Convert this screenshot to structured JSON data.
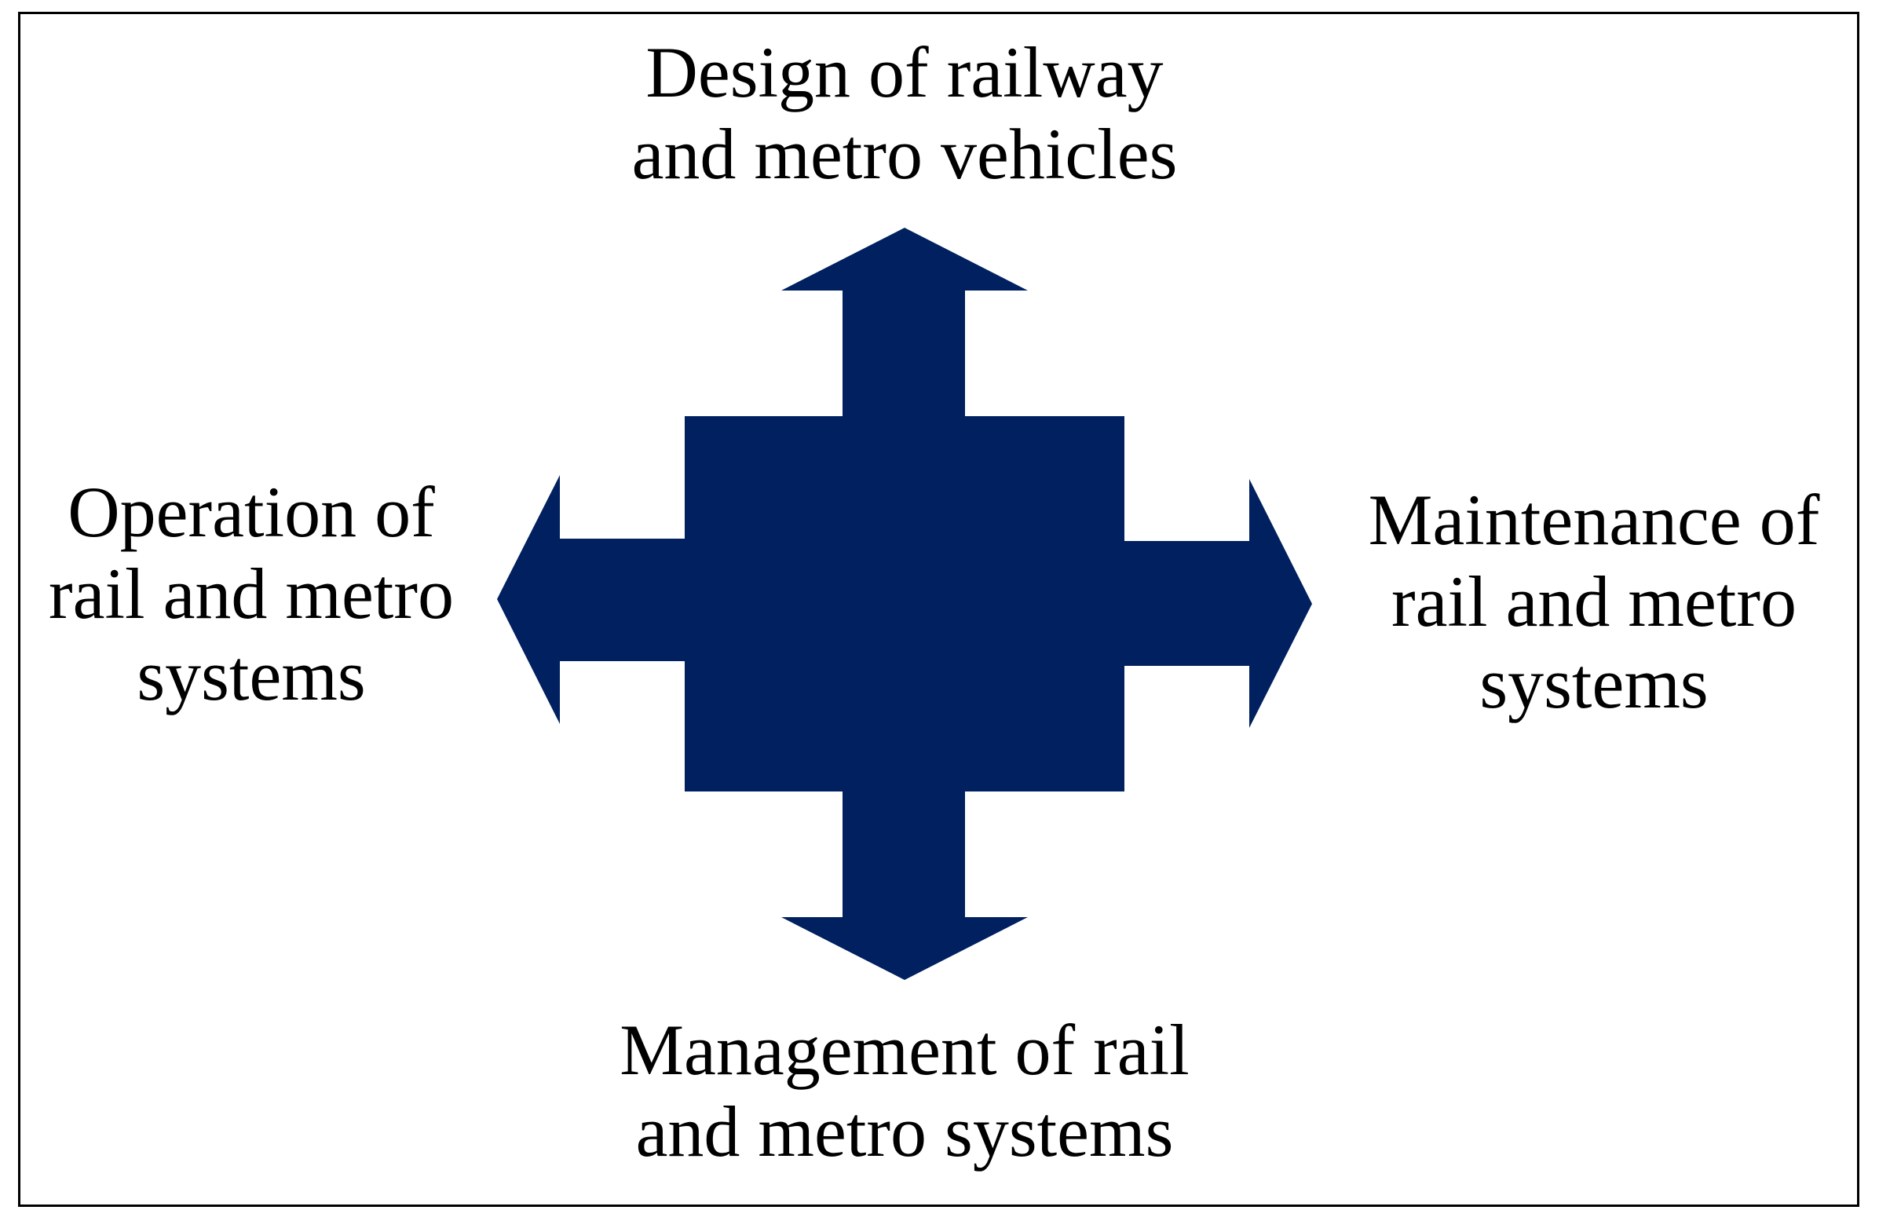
{
  "diagram": {
    "fill_color": "#002060",
    "border_color": "#000000",
    "top_label": [
      "Design of railway",
      "and metro vehicles"
    ],
    "left_label": [
      "Operation of",
      "rail and metro",
      "systems"
    ],
    "right_label": [
      "Maintenance of",
      "rail and metro",
      "systems"
    ],
    "bottom_label": [
      "Management of rail",
      "and metro systems"
    ]
  }
}
